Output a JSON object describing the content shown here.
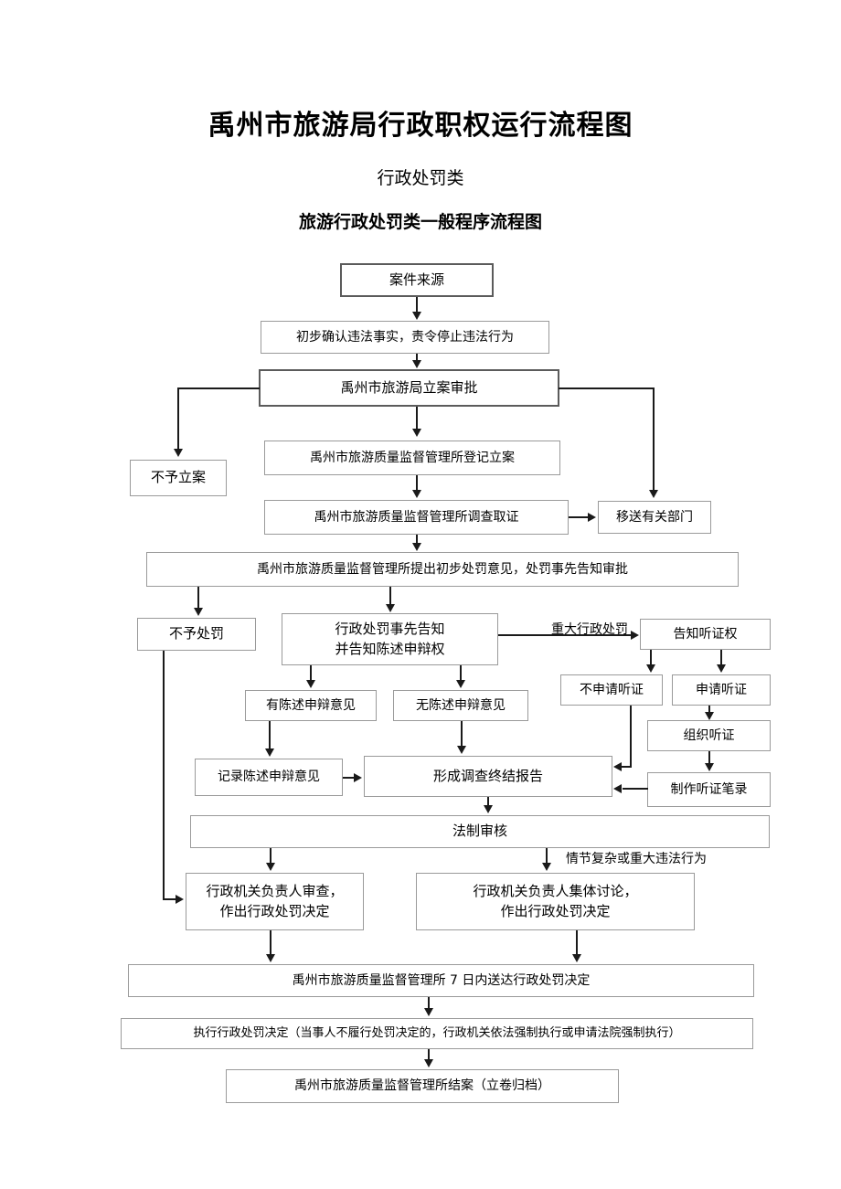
{
  "document": {
    "title_main": "禹州市旅游局行政职权运行流程图",
    "title_sub1": "行政处罚类",
    "title_sub2": "旅游行政处罚类一般程序流程图"
  },
  "flowchart": {
    "type": "flowchart",
    "orientation": "top-to-bottom",
    "nodes": [
      {
        "id": "source",
        "label": "案件来源"
      },
      {
        "id": "confirm",
        "label": "初步确认违法事实，责令停止违法行为"
      },
      {
        "id": "approval",
        "label": "禹州市旅游局立案审批"
      },
      {
        "id": "no_case",
        "label": "不予立案"
      },
      {
        "id": "register",
        "label": "禹州市旅游质量监督管理所登记立案"
      },
      {
        "id": "investigate",
        "label": "禹州市旅游质量监督管理所调查取证"
      },
      {
        "id": "transfer",
        "label": "移送有关部门"
      },
      {
        "id": "opinion",
        "label": "禹州市旅游质量监督管理所提出初步处罚意见，处罚事先告知审批"
      },
      {
        "id": "no_penalty",
        "label": "不予处罚"
      },
      {
        "id": "pre_notice",
        "label": "行政处罚事先告知\n并告知陈述申辩权"
      },
      {
        "id": "hearing_right",
        "label": "告知听证权"
      },
      {
        "id": "has_stmt",
        "label": "有陈述申辩意见"
      },
      {
        "id": "no_stmt",
        "label": "无陈述申辩意见"
      },
      {
        "id": "no_apply",
        "label": "不申请听证"
      },
      {
        "id": "apply",
        "label": "申请听证"
      },
      {
        "id": "organize",
        "label": "组织听证"
      },
      {
        "id": "record_stmt",
        "label": "记录陈述申辩意见"
      },
      {
        "id": "final_report",
        "label": "形成调查终结报告"
      },
      {
        "id": "hearing_log",
        "label": "制作听证笔录"
      },
      {
        "id": "legal_review",
        "label": "法制审核"
      },
      {
        "id": "decide_single",
        "label": "行政机关负责人审查，\n作出行政处罚决定"
      },
      {
        "id": "decide_group",
        "label": "行政机关负责人集体讨论，\n作出行政处罚决定"
      },
      {
        "id": "deliver",
        "label": "禹州市旅游质量监督管理所 7 日内送达行政处罚决定"
      },
      {
        "id": "execute",
        "label": "执行行政处罚决定（当事人不履行处罚决定的，行政机关依法强制执行或申请法院强制执行）"
      },
      {
        "id": "close",
        "label": "禹州市旅游质量监督管理所结案（立卷归档）"
      }
    ],
    "edge_labels": [
      {
        "id": "major_penalty",
        "label": "重大行政处罚"
      },
      {
        "id": "complex_case",
        "label": "情节复杂或重大违法行为"
      }
    ],
    "edges": [
      {
        "from": "source",
        "to": "confirm"
      },
      {
        "from": "confirm",
        "to": "approval"
      },
      {
        "from": "approval",
        "to": "no_case"
      },
      {
        "from": "approval",
        "to": "register"
      },
      {
        "from": "approval",
        "to": "transfer"
      },
      {
        "from": "register",
        "to": "investigate"
      },
      {
        "from": "investigate",
        "to": "transfer"
      },
      {
        "from": "investigate",
        "to": "opinion"
      },
      {
        "from": "opinion",
        "to": "no_penalty"
      },
      {
        "from": "opinion",
        "to": "pre_notice"
      },
      {
        "from": "pre_notice",
        "to": "hearing_right",
        "label": "重大行政处罚"
      },
      {
        "from": "pre_notice",
        "to": "has_stmt"
      },
      {
        "from": "pre_notice",
        "to": "no_stmt"
      },
      {
        "from": "hearing_right",
        "to": "no_apply"
      },
      {
        "from": "hearing_right",
        "to": "apply"
      },
      {
        "from": "apply",
        "to": "organize"
      },
      {
        "from": "organize",
        "to": "hearing_log"
      },
      {
        "from": "has_stmt",
        "to": "record_stmt"
      },
      {
        "from": "no_stmt",
        "to": "final_report"
      },
      {
        "from": "record_stmt",
        "to": "final_report"
      },
      {
        "from": "no_apply",
        "to": "final_report"
      },
      {
        "from": "hearing_log",
        "to": "final_report"
      },
      {
        "from": "final_report",
        "to": "legal_review"
      },
      {
        "from": "legal_review",
        "to": "decide_single"
      },
      {
        "from": "legal_review",
        "to": "decide_group",
        "label": "情节复杂或重大违法行为"
      },
      {
        "from": "no_penalty",
        "to": "decide_single"
      },
      {
        "from": "decide_single",
        "to": "deliver"
      },
      {
        "from": "decide_group",
        "to": "deliver"
      },
      {
        "from": "deliver",
        "to": "execute"
      },
      {
        "from": "execute",
        "to": "close"
      }
    ]
  },
  "colors": {
    "box_border": "#9a9a9a",
    "box_border_strong": "#5b5b5b",
    "line": "#1a1a1a",
    "text": "#000000",
    "background": "#ffffff"
  }
}
